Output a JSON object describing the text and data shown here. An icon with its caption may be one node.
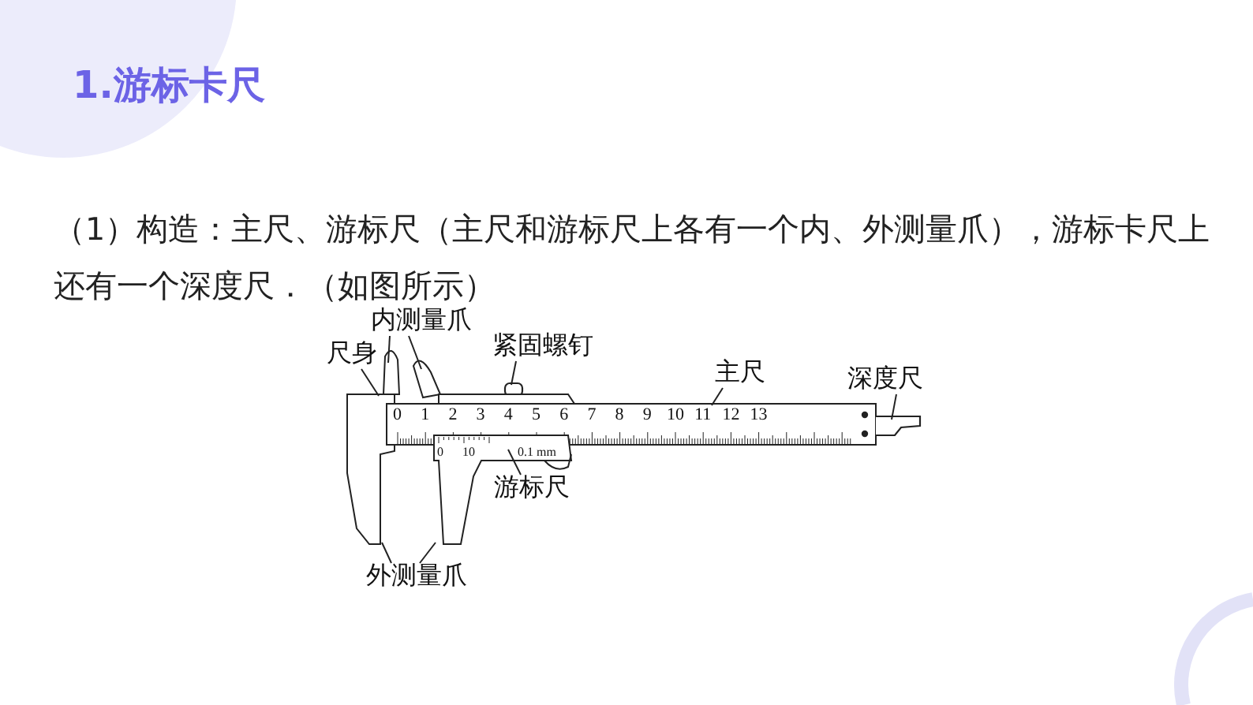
{
  "diagram": {
    "title": "1.游标卡尺",
    "nodes": [
      {
        "text": [
          "尺身"
        ]
      },
      {
        "text": [
          "内测量爪"
        ]
      },
      {
        "text": [
          "紧固螺钉"
        ]
      },
      {
        "text": [
          "主尺"
        ]
      },
      {
        "text": [
          "深度尺"
        ]
      },
      {
        "text": [
          "游标尺"
        ]
      },
      {
        "text": [
          "外测量爪"
        ]
      },
      {
        "text": [],
        "shape": "picture"
      },
      {
        "text": [],
        "shape": "picture"
      },
      {
        "text": [],
        "shape": "box"
      },
      {
        "text": [],
        "shape": "picture"
      },
      {
        "text": [],
        "shape": "box"
      }
    ],
    "edges": [
      {
        "from": 0,
        "to": 7,
        "arrow": "none"
      },
      {
        "from": 1,
        "to": 7,
        "arrow": "none"
      },
      {
        "from": 1,
        "to": 10,
        "arrow": "none"
      },
      {
        "from": 2,
        "to": 9,
        "arrow": "none"
      },
      {
        "from": 3,
        "to": 8,
        "arrow": "none"
      },
      {
        "from": 4,
        "to": 11,
        "arrow": "none"
      },
      {
        "from": 5,
        "to": 10,
        "arrow": "none"
      },
      {
        "from": 6,
        "to": 7,
        "arrow": "none"
      },
      {
        "from": 6,
        "to": 10,
        "arrow": "none"
      }
    ],
    "labels": [
      "（1）构造：主尺、游标尺（主尺和游标尺上各有一个内、外测量爪），游标卡尺上还有一个深度尺．（如图所示）",
      "0",
      "1",
      "2",
      "3",
      "4",
      "5",
      "6",
      "7",
      "8",
      "9",
      "10",
      "11",
      "12",
      "13",
      "0",
      "10",
      "0.1 mm"
    ]
  }
}
